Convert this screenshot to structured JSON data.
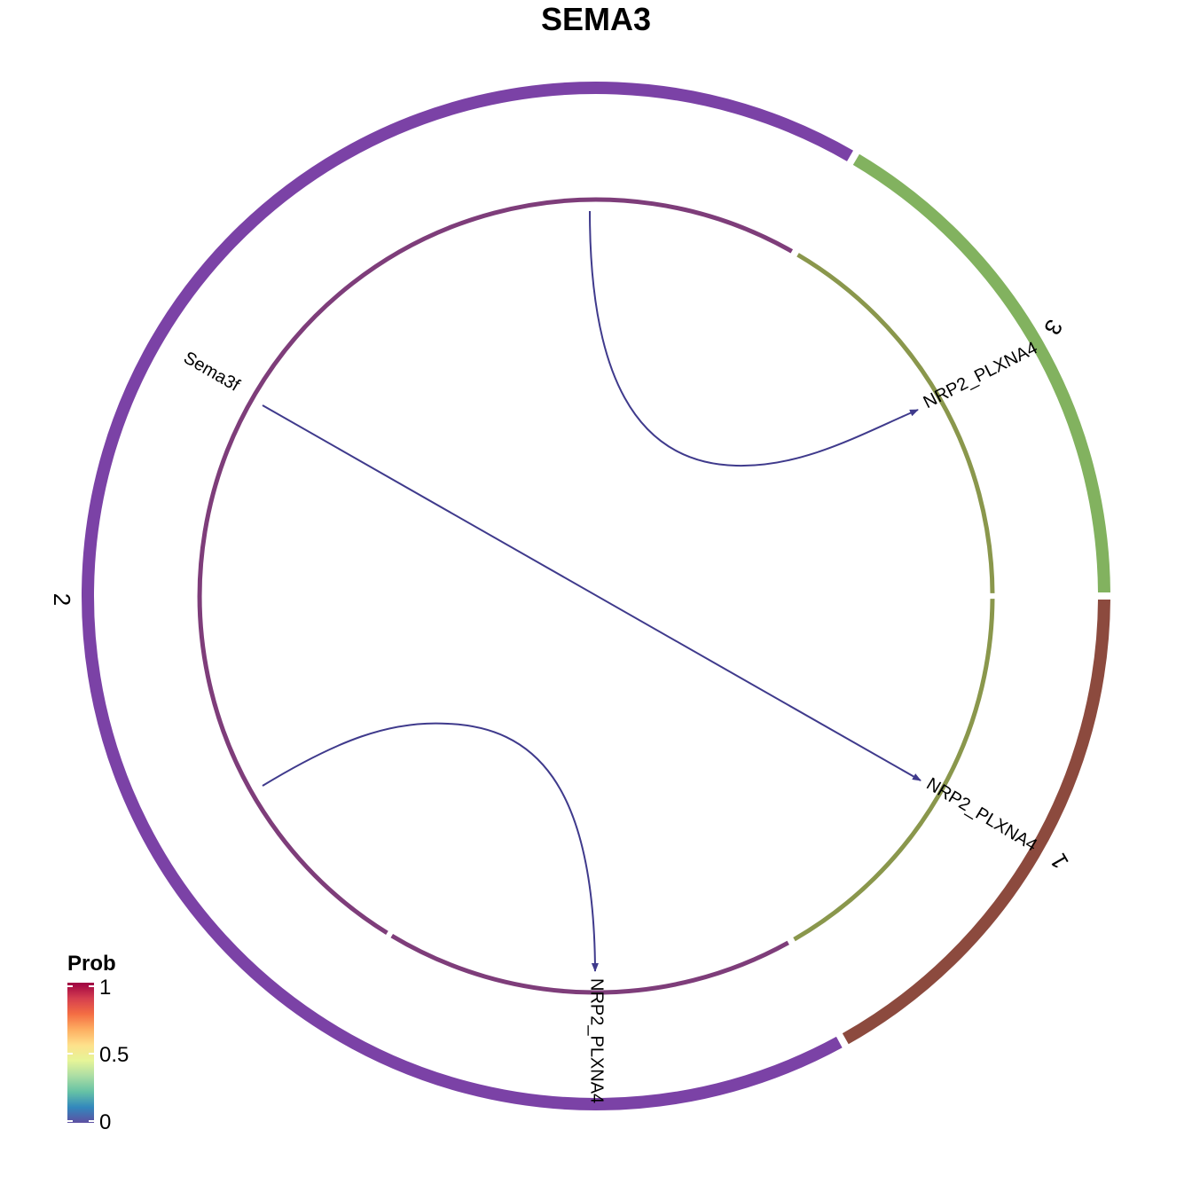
{
  "title": "SEMA3",
  "diagram": {
    "type": "chord",
    "sectors": [
      {
        "name": "3",
        "color": "#82B25F",
        "inner_color": "#8A974C"
      },
      {
        "name": "1",
        "color": "#8C4A3E",
        "inner_color": "#8A974C"
      },
      {
        "name": "2",
        "color": "#7B42A6",
        "inner_color": "#7E3D7A"
      }
    ],
    "ligand": "Sema3f",
    "receptors": [
      "NRP2_PLXNA4",
      "NRP2_PLXNA4",
      "NRP2_PLXNA4"
    ],
    "links": [
      {
        "from": "2",
        "to": "3"
      },
      {
        "from": "2",
        "to": "1"
      },
      {
        "from": "2",
        "to": "2"
      }
    ],
    "link_color": "#3F3A8C"
  },
  "legend": {
    "title": "Prob",
    "ticks": [
      "1",
      "0.5",
      "0"
    ],
    "colors": [
      "#5E4FA2",
      "#3288BD",
      "#66C2A5",
      "#ABDDA4",
      "#E6F598",
      "#FEE08B",
      "#FDAE61",
      "#F46D43",
      "#D53E4F",
      "#9E0142"
    ]
  }
}
